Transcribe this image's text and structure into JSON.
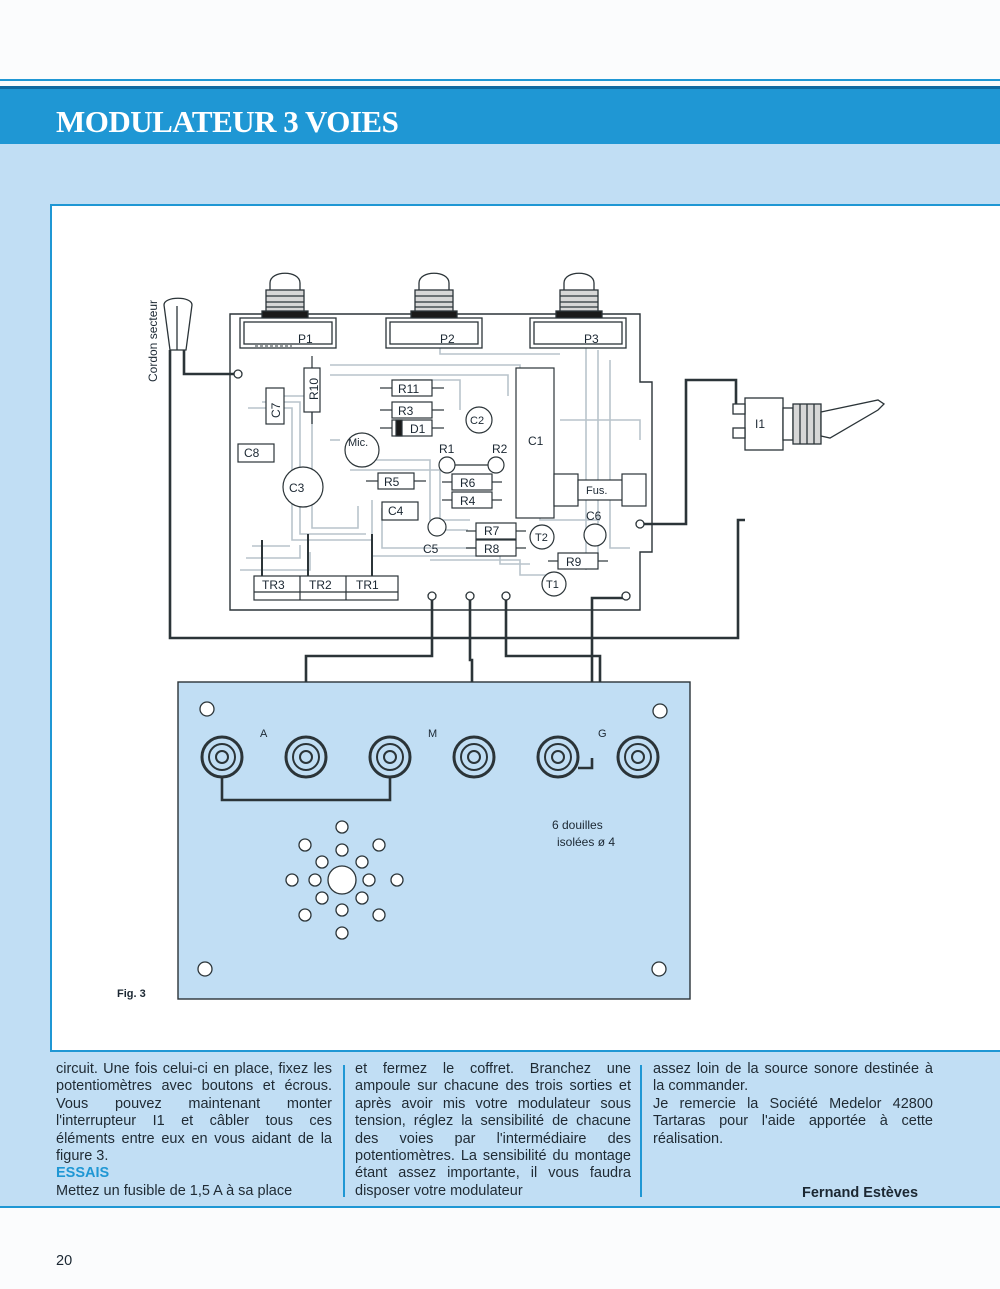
{
  "header": {
    "title": "MODULATEUR 3 VOIES"
  },
  "figure": {
    "label": "Fig. 3",
    "cord_label": "Cordon secteur",
    "pots": [
      "P1",
      "P2",
      "P3"
    ],
    "switch_label": "I1",
    "components": {
      "r11": "R11",
      "r3": "R3",
      "d1": "D1",
      "r10": "R10",
      "c7": "C7",
      "c8": "C8",
      "mic": "Mic.",
      "c2": "C2",
      "r1": "R1",
      "r2": "R2",
      "c1": "C1",
      "c3": "C3",
      "r5": "R5",
      "r6": "R6",
      "r4": "R4",
      "c4": "C4",
      "fus": "Fus.",
      "c6": "C6",
      "c5": "C5",
      "r7": "R7",
      "r8": "R8",
      "t2": "T2",
      "r9": "R9",
      "t1": "T1",
      "tr3": "TR3",
      "tr2": "TR2",
      "tr1": "TR1"
    },
    "panel": {
      "sockets": [
        "A",
        "M",
        "G"
      ],
      "caption_line1": "6 douilles",
      "caption_line2": "isolées ø 4"
    }
  },
  "article": {
    "col1_p1": "circuit. Une fois celui-ci en place, fixez les potentiomètres avec boutons et écrous. Vous pouvez maintenant monter l'interrupteur I1 et câbler tous ces éléments entre eux en vous aidant de la figure 3.",
    "col1_heading": "ESSAIS",
    "col1_p2": "Mettez un fusible de 1,5 A à sa place",
    "col2_p1": "et fermez le coffret. Branchez une ampoule sur chacune des trois sorties et après avoir mis votre modulateur sous tension, réglez la sensibilité de chacune des voies par l'intermédiaire des potentiomètres. La sensibilité du montage étant assez importante, il vous faudra disposer votre modulateur",
    "col3_p1": "assez loin de la source sonore destinée à la commander.",
    "col3_p2": "Je remercie la Société Medelor 42800 Tartaras pour l'aide apportée à cette réalisation.",
    "signature": "Fernand Estèves"
  },
  "footer": {
    "page_number": "20"
  }
}
